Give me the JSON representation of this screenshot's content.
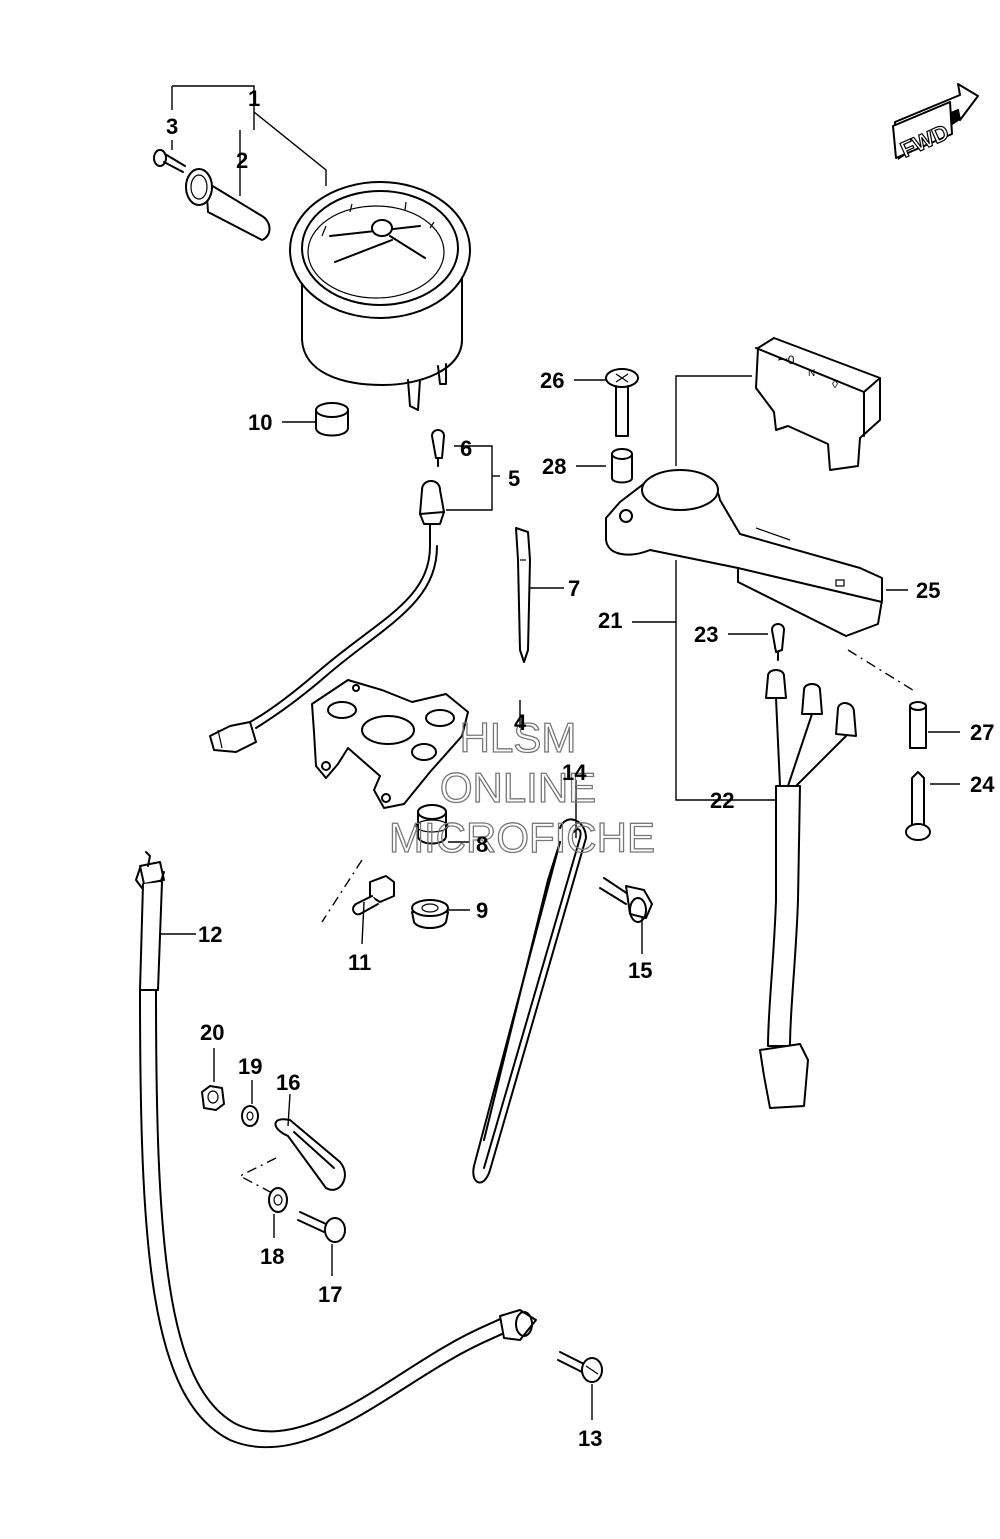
{
  "direction_badge": {
    "text": "FWD"
  },
  "watermark": {
    "line1": "HLSM",
    "line2": "ONLINE",
    "line3": "MICROFICHE"
  },
  "callouts": {
    "n1": "1",
    "n2": "2",
    "n3": "3",
    "n4": "4",
    "n5": "5",
    "n6": "6",
    "n7": "7",
    "n8": "8",
    "n9": "9",
    "n10": "10",
    "n11": "11",
    "n12": "12",
    "n13": "13",
    "n14": "14",
    "n15": "15",
    "n16": "16",
    "n17": "17",
    "n18": "18",
    "n19": "19",
    "n20": "20",
    "n21": "21",
    "n22": "22",
    "n23": "23",
    "n24": "24",
    "n25": "25",
    "n26": "26",
    "n27": "27",
    "n28": "28"
  }
}
